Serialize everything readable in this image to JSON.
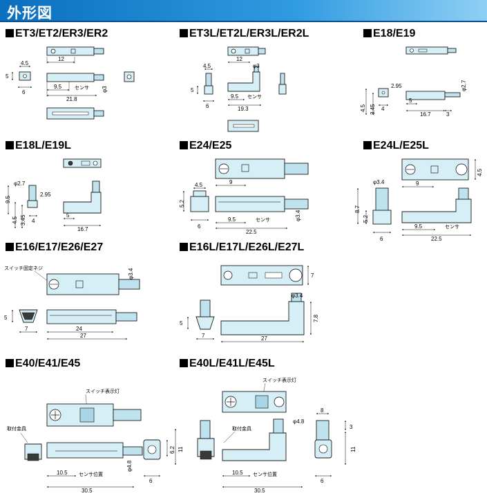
{
  "header": {
    "title": "外形図"
  },
  "sections": [
    {
      "id": "et3",
      "title": "ET3/ET2/ER3/ER2"
    },
    {
      "id": "et3l",
      "title": "ET3L/ET2L/ER3L/ER2L"
    },
    {
      "id": "e18",
      "title": "E18/E19"
    },
    {
      "id": "e18l",
      "title": "E18L/E19L"
    },
    {
      "id": "e24",
      "title": "E24/E25"
    },
    {
      "id": "e24l",
      "title": "E24L/E25L"
    },
    {
      "id": "e16",
      "title": "E16/E17/E26/E27"
    },
    {
      "id": "e16l",
      "title": "E16L/E17L/E26L/E27L"
    },
    {
      "id": "e40",
      "title": "E40/E41/E45"
    },
    {
      "id": "e40l",
      "title": "E40L/E41L/E45L"
    }
  ],
  "dimensions": {
    "et3": {
      "w12": "12",
      "h5": "5",
      "w45": "4.5",
      "w6": "6",
      "w95": "9.5",
      "w218": "21.8",
      "d3": "φ3",
      "sensor": "センサ"
    },
    "et3l": {
      "w12": "12",
      "w45": "4.5",
      "d3": "φ3",
      "h5": "5",
      "w6": "6",
      "w95": "9.5",
      "w193": "19.3",
      "sensor": "センサ"
    },
    "e18": {
      "w295": "2.95",
      "d27": "φ2.7",
      "h45": "4.5",
      "h345": "3.45",
      "w4": "4",
      "w5": "5",
      "w167": "16.7",
      "w3": "3"
    },
    "e18l": {
      "d27": "φ2.7",
      "w295": "2.95",
      "h95": "9.5",
      "h45": "4.5",
      "h345": "3.45",
      "w4": "4",
      "w5": "5",
      "w167": "16.7"
    },
    "e24": {
      "w9": "9",
      "w45": "4.5",
      "h52": "5.2",
      "w6": "6",
      "w95": "9.5",
      "sensor": "センサ",
      "w225": "22.5",
      "d34": "φ3.4"
    },
    "e24l": {
      "d34": "φ3.4",
      "w9": "9",
      "h45": "4.5",
      "h87": "8.7",
      "h52": "5.2",
      "w6": "6",
      "w95": "9.5",
      "sensor": "センサ",
      "w225": "22.5"
    },
    "e16": {
      "screw": "スイッチ固定ネジ",
      "d34": "φ3.4",
      "h5": "5",
      "w7": "7",
      "w24": "24",
      "w27": "27"
    },
    "e16l": {
      "h7": "7",
      "d34": "φ3.4",
      "h5": "5",
      "w7": "7",
      "h78": "7.8",
      "w27": "27"
    },
    "e40": {
      "lamp": "スイッチ表示灯",
      "bracket": "取付金具",
      "d48": "φ4.8",
      "w105": "10.5",
      "sensorpos": "センサ位置",
      "w305": "30.5",
      "h62": "6.2",
      "h11": "11",
      "w6": "6"
    },
    "e40l": {
      "lamp": "スイッチ表示灯",
      "d48": "φ4.8",
      "bracket": "取付金具",
      "w105": "10.5",
      "sensorpos": "センサ位置",
      "w305": "30.5",
      "w8": "8",
      "h3": "3",
      "h11": "11",
      "w6": "6"
    }
  },
  "colors": {
    "part_fill": "#d6eef6",
    "banner": "#1a82d0",
    "line": "#1a1a1a"
  }
}
